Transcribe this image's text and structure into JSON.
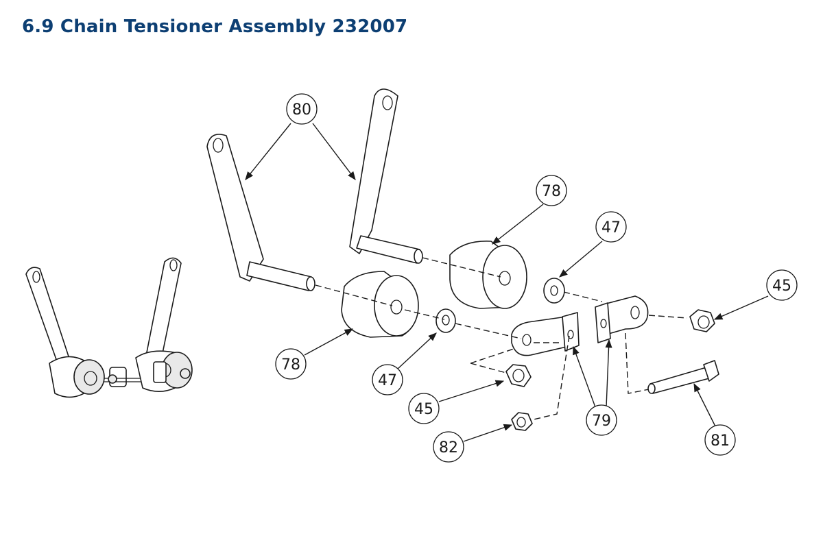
{
  "page": {
    "title": "6.9 Chain Tensioner Assembly 232007"
  },
  "callouts": [
    {
      "id": "c80",
      "label": "80"
    },
    {
      "id": "c78a",
      "label": "78"
    },
    {
      "id": "c47a",
      "label": "47"
    },
    {
      "id": "c45a",
      "label": "45"
    },
    {
      "id": "c78b",
      "label": "78"
    },
    {
      "id": "c47b",
      "label": "47"
    },
    {
      "id": "c45b",
      "label": "45"
    },
    {
      "id": "c82",
      "label": "82"
    },
    {
      "id": "c79",
      "label": "79"
    },
    {
      "id": "c81",
      "label": "81"
    }
  ]
}
